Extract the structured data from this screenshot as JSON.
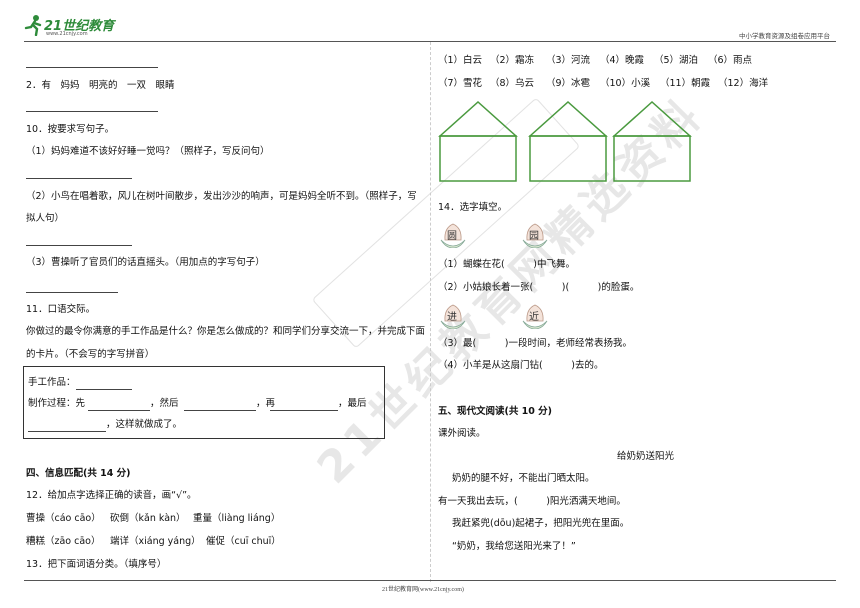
{
  "header": {
    "logo_text": "21世纪教育",
    "logo_url": "www.21cnjy.com",
    "right_text": "中小学教育资源及组卷应用平台"
  },
  "footer": {
    "text": "21世纪教育网(www.21cnjy.com)"
  },
  "watermark": "21世纪教育网精选资料",
  "left": {
    "q2": "2．有　妈妈　明亮的　一双　眼睛",
    "q10_title": "10．按要求写句子。",
    "q10_1": "（1）妈妈难道不该好好睡一觉吗？（照样子，写反问句）",
    "q10_2a": "（2）小鸟在唱着歌，风儿在树叶间散步，发出沙沙的响声，可是妈妈全听不到。（照样子，写",
    "q10_2b": "拟人句）",
    "q10_3": "（3）曹操听了官员们的话直摇头。（用加点的字写句子）",
    "q11_title": "11．口语交际。",
    "q11_a": "你做过的最令你满意的手工作品是什么？你是怎么做成的？和同学们分享交流一下，并完成下面",
    "q11_b": "的卡片。（不会写的字写拼音）",
    "card_line1": "手工作品：",
    "card_line2_a": "制作过程：先",
    "card_line2_b": "，然后",
    "card_line2_c": "，再",
    "card_line2_d": "，最后",
    "card_line3": "，这样就做成了。",
    "sec4": "四、信息匹配(共 14 分)",
    "q12": "12．给加点字选择正确的读音，画“√”。",
    "q12_r1": [
      "曹操（cáo cāo）",
      "砍倒（kǎn kàn）",
      "重量（liàng liáng）"
    ],
    "q12_r2": [
      "糟糕（zāo cāo）",
      "端详（xiáng yáng）",
      "催促（cuī chuī）"
    ],
    "q13": "13．把下面词语分类。（填序号）"
  },
  "right": {
    "words_r1": [
      "（1）白云",
      "（2）霜冻",
      "（3）河流",
      "（4）晚霞",
      "（5）湖泊",
      "（6）雨点"
    ],
    "words_r2": [
      "（7）雪花",
      "（8）乌云",
      "（9）冰雹",
      "（10）小溪",
      "（11）朝霞",
      "（12）海洋"
    ],
    "q14": "14．选字填空。",
    "char1": "圆",
    "char2": "园",
    "q14_1": "（1）蝴蝶在花(　　　)中飞舞。",
    "q14_2": "（2）小姑娘长着一张(　　　)(　　　)的脸蛋。",
    "char3": "进",
    "char4": "近",
    "q14_3": "（3）最(　　　)一段时间，老师经常表扬我。",
    "q14_4": "（4）小羊是从这扇门钻(　　　)去的。",
    "sec5": "五、现代文阅读(共 10 分)",
    "reading_intro": "课外阅读。",
    "story_title": "给奶奶送阳光",
    "p1": "奶奶的腿不好，不能出门晒太阳。",
    "p2": "有一天我出去玩，(　　　)阳光洒满天地间。",
    "p3": "我赶紧兜(dōu)起裙子，把阳光兜在里面。",
    "p4": "“奶奶，我给您送阳光来了！”"
  }
}
